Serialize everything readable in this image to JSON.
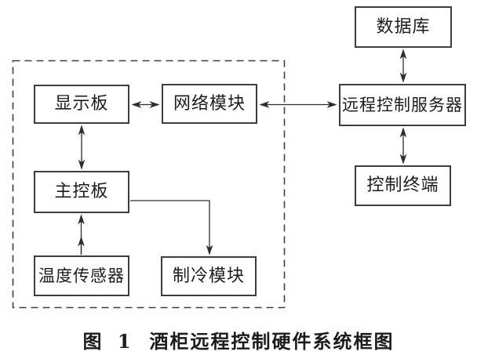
{
  "figure": {
    "caption": {
      "prefix": "图 1",
      "title": "酒柜远程控制硬件系统框图"
    },
    "nodes": {
      "display_board": {
        "label": "显示板"
      },
      "network_module": {
        "label": "网络模块"
      },
      "main_control_board": {
        "label": "主控板"
      },
      "temperature_sensor": {
        "label": "温度传感器"
      },
      "cooling_module": {
        "label": "制冷模块"
      },
      "database": {
        "label": "数据库"
      },
      "remote_control_server": {
        "label": "远程控制服务器"
      },
      "control_terminal": {
        "label": "控制终端"
      }
    },
    "groups": [
      {
        "name": "wine-cabinet-local-hardware",
        "style": "dashed-border",
        "members": [
          "显示板",
          "网络模块",
          "主控板",
          "温度传感器",
          "制冷模块"
        ]
      }
    ],
    "edges": [
      {
        "from": "显示板",
        "to": "网络模块",
        "direction": "bidirectional"
      },
      {
        "from": "网络模块",
        "to": "远程控制服务器",
        "direction": "bidirectional"
      },
      {
        "from": "数据库",
        "to": "远程控制服务器",
        "direction": "bidirectional"
      },
      {
        "from": "远程控制服务器",
        "to": "控制终端",
        "direction": "bidirectional"
      },
      {
        "from": "显示板",
        "to": "主控板",
        "direction": "bidirectional"
      },
      {
        "from": "温度传感器",
        "to": "主控板",
        "direction": "unidirectional"
      },
      {
        "from": "主控板",
        "to": "制冷模块",
        "direction": "unidirectional"
      }
    ],
    "colors": {
      "background": "#ffffff",
      "line": "#2d2d2d",
      "box_border": "#3d3d3d",
      "text": "#1c1c1c"
    }
  }
}
